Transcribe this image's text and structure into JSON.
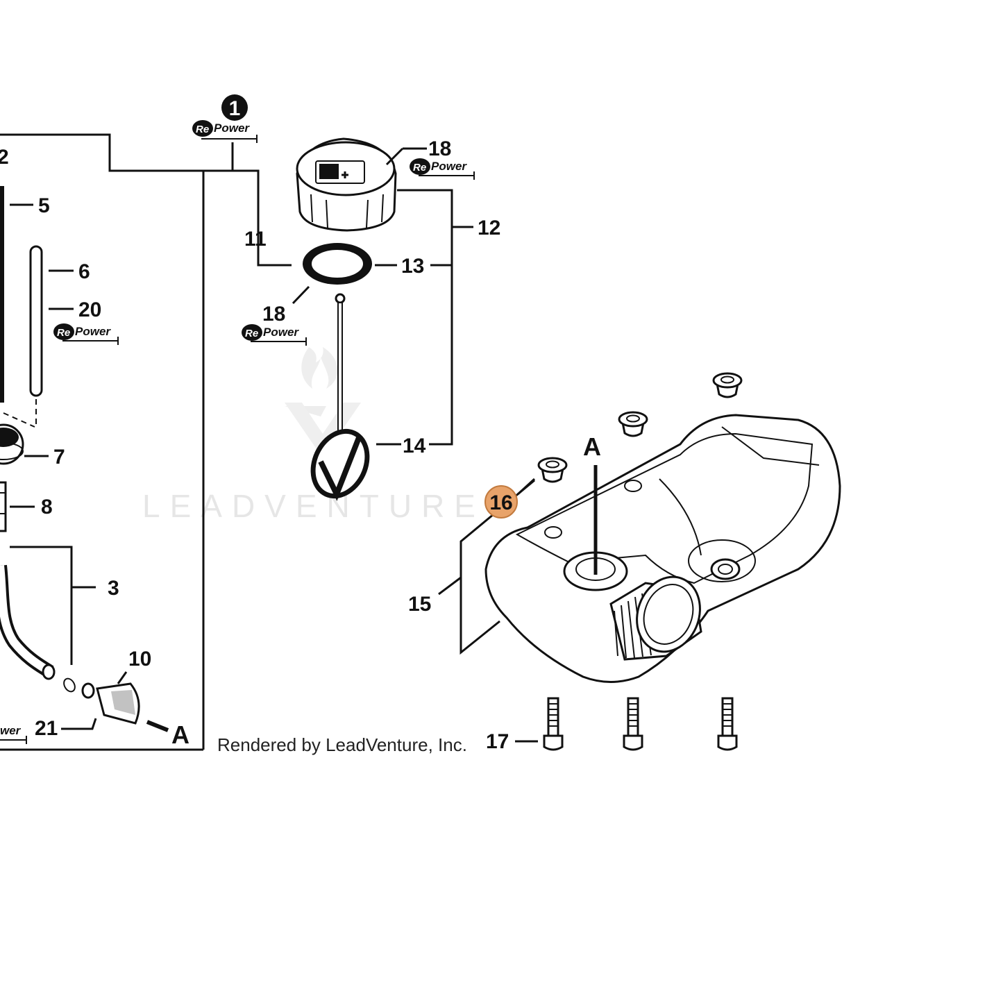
{
  "watermark": "LEADVENTURE",
  "credit": "Rendered by LeadVenture, Inc.",
  "repower_logo": {
    "badge": "Re",
    "word": "Power"
  },
  "callouts": {
    "c1": "1",
    "c2": "2",
    "c3": "3",
    "c5": "5",
    "c6": "6",
    "c7": "7",
    "c8": "8",
    "c10": "10",
    "c11": "11",
    "c12": "12",
    "c13": "13",
    "c14": "14",
    "c15": "15",
    "c16": "16",
    "c17": "17",
    "c18a": "18",
    "c18b": "18",
    "c20": "20",
    "c21": "21",
    "refA1": "A",
    "refA2": "A"
  },
  "partial_text": {
    "power_cut": "wer"
  },
  "colors": {
    "highlight": "#e8a36a",
    "highlight_stroke": "#c27a3e",
    "line": "#111111",
    "watermark": "#e6e6e6"
  }
}
